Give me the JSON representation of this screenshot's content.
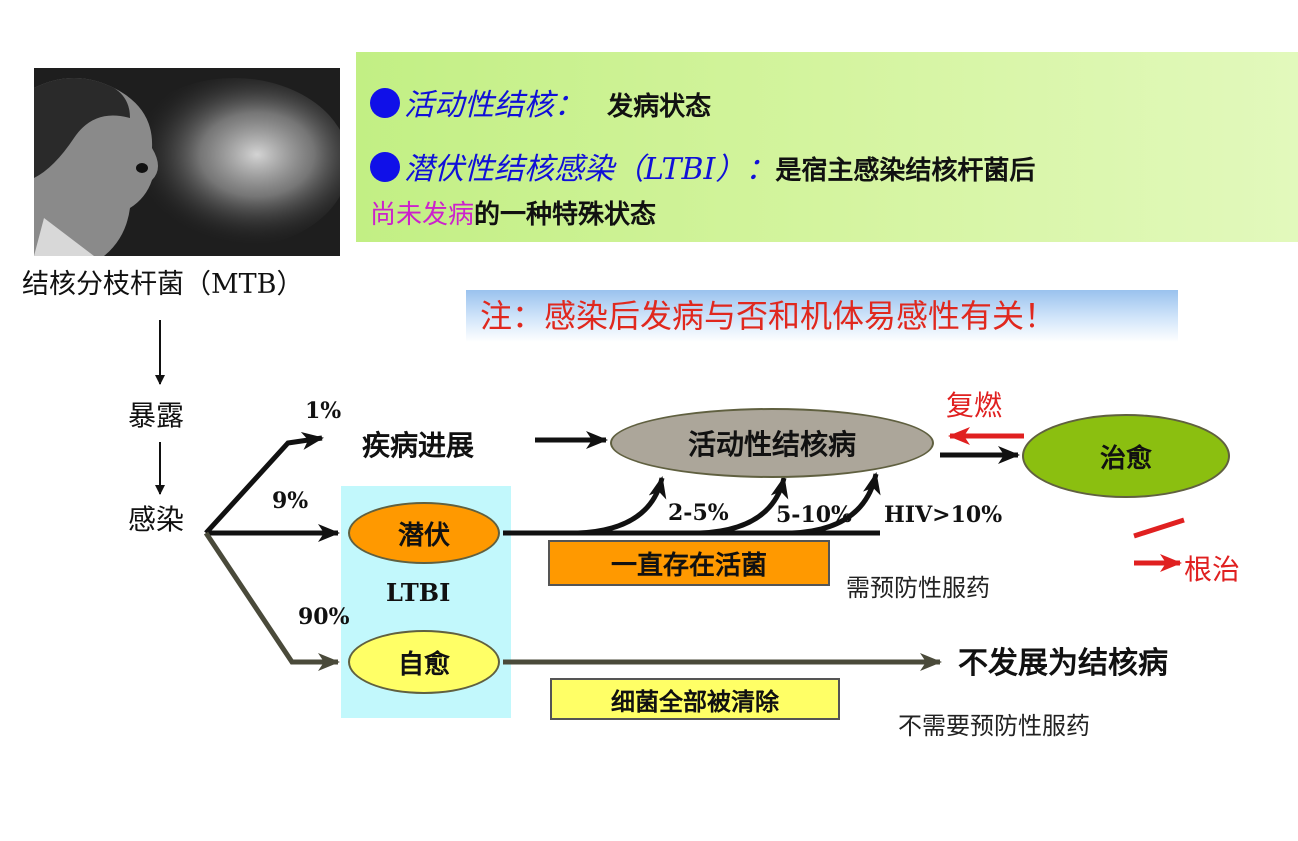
{
  "photo": {
    "caption": "结核分枝杆菌（MTB）"
  },
  "definitions": {
    "active_term": "活动性结核：",
    "active_desc": "发病状态",
    "ltbi_term": "潜伏性结核感染（LTBI）：",
    "ltbi_desc_1": "是宿主感染结核杆菌后",
    "ltbi_highlight": "尚未发病",
    "ltbi_desc_2": "的一种特殊状态"
  },
  "note": "注：感染后发病与否和机体易感性有关！",
  "flow": {
    "exposure": "暴露",
    "infection": "感染",
    "pct_progress": "1%",
    "pct_latent": "9%",
    "pct_heal": "90%",
    "progress": "疾病进展",
    "active_tb": "活动性结核病",
    "cure": "治愈",
    "relapse": "复燃",
    "radical_cure": "根治",
    "latent": "潜伏",
    "ltbi": "LTBI",
    "self_heal": "自愈",
    "rate_1": "2-5%",
    "rate_2": "5-10%",
    "rate_hiv": "HIV>10%",
    "live_bacteria": "一直存在活菌",
    "need_prevent": "需预防性服药",
    "no_tb": "不发展为结核病",
    "cleared": "细菌全部被清除",
    "no_prevent": "不需要预防性服药"
  },
  "colors": {
    "latent_fill": "#ff9900",
    "self_heal_fill": "#ffff66",
    "active_fill": "#aca69a",
    "cure_fill": "#8bbf10",
    "ltbi_bg": "#c2f8fc",
    "alert_red": "#e02020"
  }
}
